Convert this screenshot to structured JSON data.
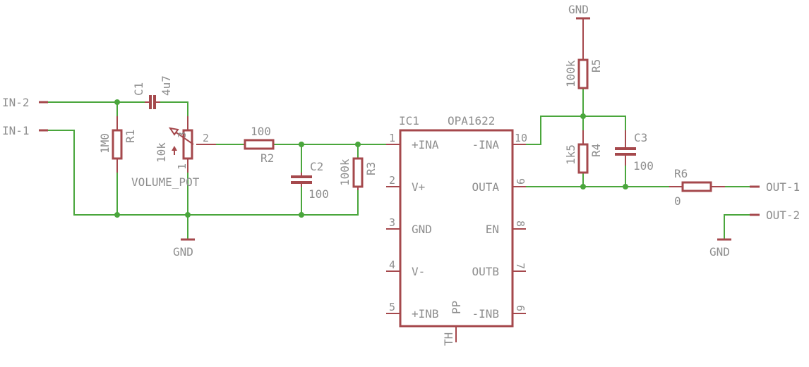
{
  "connectors": {
    "in2": "IN-2",
    "in1": "IN-1",
    "out1": "OUT-1",
    "out2": "OUT-2"
  },
  "grounds": {
    "gnd_left": "GND",
    "gnd_top": "GND",
    "gnd_right": "GND"
  },
  "components": {
    "c1": {
      "name": "C1",
      "value": "4u7"
    },
    "r1": {
      "name": "R1",
      "value": "1M0"
    },
    "pot": {
      "name": "VOLUME_POT",
      "value": "10k",
      "pin1": "1",
      "pin2": "2",
      "pin3": "3"
    },
    "r2": {
      "name": "R2",
      "value": "100"
    },
    "c2": {
      "name": "C2",
      "value": "100"
    },
    "r3": {
      "name": "R3",
      "value": "100k"
    },
    "r4": {
      "name": "R4",
      "value": "1k5"
    },
    "r5": {
      "name": "R5",
      "value": "100k"
    },
    "c3": {
      "name": "C3",
      "value": "100"
    },
    "r6": {
      "name": "R6",
      "value": "0"
    }
  },
  "ic1": {
    "name": "IC1",
    "value": "OPA1622",
    "pad_label": "PP",
    "thermal_label": "TH",
    "left_pins": [
      {
        "num": "1",
        "label": "+INA"
      },
      {
        "num": "2",
        "label": "V+"
      },
      {
        "num": "3",
        "label": "GND"
      },
      {
        "num": "4",
        "label": "V-"
      },
      {
        "num": "5",
        "label": "+INB"
      }
    ],
    "right_pins": [
      {
        "num": "10",
        "label": "-INA"
      },
      {
        "num": "9",
        "label": "OUTA"
      },
      {
        "num": "8",
        "label": "EN"
      },
      {
        "num": "7",
        "label": "OUTB"
      },
      {
        "num": "6",
        "label": "-INB"
      }
    ]
  },
  "colors": {
    "wire": "#4aa63c",
    "component": "#a5484c",
    "text": "#8e8e8e",
    "background": "#ffffff"
  }
}
